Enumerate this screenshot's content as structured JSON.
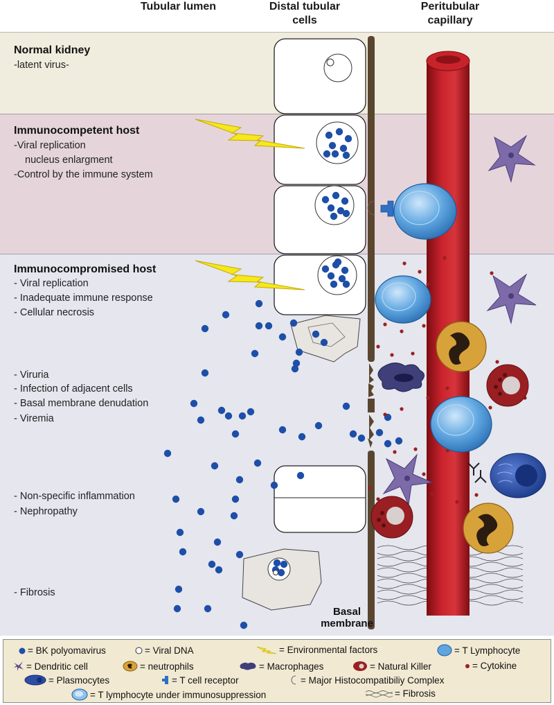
{
  "headers": {
    "lumen": "Tubular lumen",
    "distal_line1": "Distal tubular",
    "distal_line2": "cells",
    "capillary_line1": "Peritubular",
    "capillary_line2": "capillary"
  },
  "sections": {
    "normal": {
      "title": "Normal kidney",
      "lines": [
        "-latent virus-"
      ]
    },
    "immunocompetent": {
      "title": "Immunocompetent host",
      "lines": [
        "-Viral replication",
        "nucleus enlargment",
        "-Control by the immune system"
      ]
    },
    "immunocompromised": {
      "title": "Immunocompromised host",
      "lines": [
        "- Viral replication",
        "- Inadequate immune response",
        "- Cellular necrosis"
      ]
    },
    "viruria_group": [
      "- Viruria",
      "- Infection of adjacent cells",
      "- Basal membrane denudation",
      "- Viremia"
    ],
    "inflammation_group": [
      "- Non-specific inflammation",
      "- Nephropathy"
    ],
    "fibrosis_group": [
      "- Fibrosis"
    ]
  },
  "basal_membrane": {
    "line1": "Basal",
    "line2": "membrane"
  },
  "legend": {
    "bk_virus": "= BK polyomavirus",
    "viral_dna": "= Viral DNA",
    "environmental": "= Environmental factors",
    "t_lymphocyte": "= T Lymphocyte",
    "dendritic": "= Dendritic cell",
    "neutrophils": "= neutrophils",
    "macrophages": "= Macrophages",
    "natural_killer": "= Natural Killer",
    "cytokine": "= Cytokine",
    "plasmocytes": "= Plasmocytes",
    "t_cell_receptor": "= T cell receptor",
    "mhc": "= Major Histocompatibiliy Complex",
    "t_lymph_immunosup": "= T lymphocyte under immunosuppression",
    "fibrosis": "= Fibrosis"
  },
  "colors": {
    "normal_band": "#f1edde",
    "immunocompetent_band": "#e5d5db",
    "immunocompromised_band": "#e5e6ee",
    "virus_blue": "#1e4fa8",
    "capillary_red": "#b51a22",
    "basal_brown": "#5a4630",
    "dendritic_purple": "#7d6aa8",
    "neutrophil_gold": "#d8a23a",
    "nk_red": "#9a1f22"
  },
  "icons": [
    "lightning-icon",
    "dendritic-cell-icon",
    "t-lymphocyte-icon",
    "neutrophil-icon",
    "natural-killer-icon",
    "macrophage-icon",
    "plasmocyte-icon",
    "t-cell-receptor-icon",
    "mhc-icon",
    "fibrosis-icon"
  ]
}
